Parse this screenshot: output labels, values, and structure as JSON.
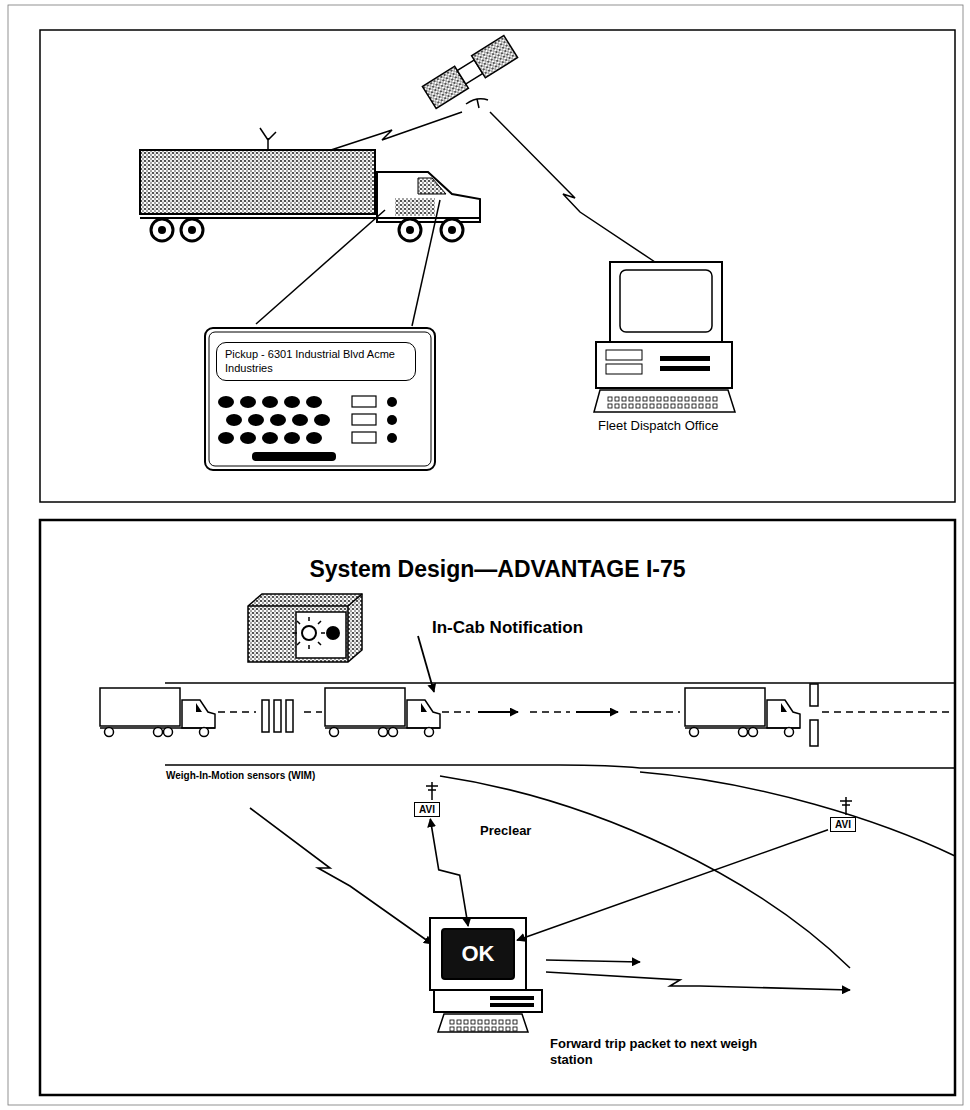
{
  "diagram": {
    "title": "System Design—ADVANTAGE I-75",
    "nodes": [
      {
        "text": [
          "Pickup - 6301 Industrial Blvd Acme Industries"
        ]
      },
      {
        "text": [
          "AVI"
        ]
      },
      {
        "text": [
          "AVI"
        ]
      },
      {
        "text": [
          "OK"
        ]
      }
    ],
    "edges": [
      {
        "from": 1,
        "to": 3,
        "label": "Preclear",
        "arrow": "both"
      },
      {
        "from": 2,
        "to": 3,
        "arrow": "to"
      }
    ],
    "labels": [
      "Fleet Dispatch Office",
      "In-Cab Notification",
      "Weigh-In-Motion sensors (WIM)",
      "Forward trip packet to next weigh station"
    ]
  }
}
